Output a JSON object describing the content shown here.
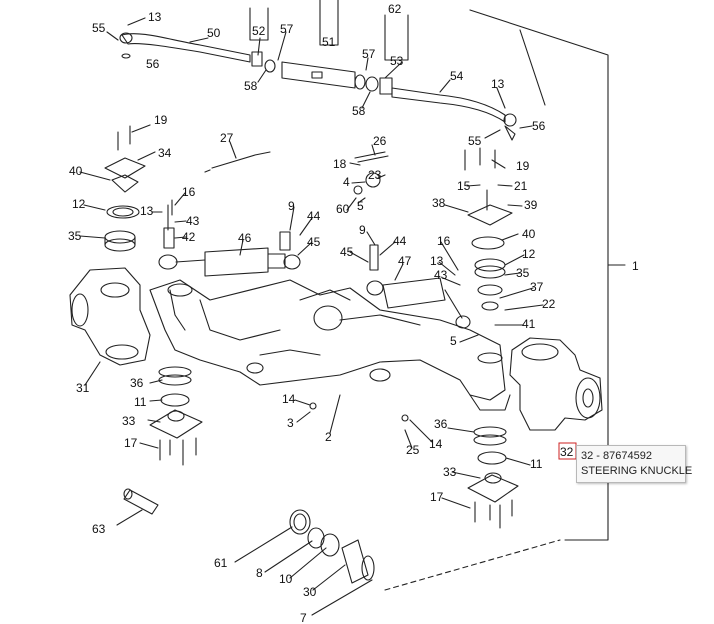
{
  "diagram": {
    "part_labels": [
      "13",
      "55",
      "50",
      "52",
      "57",
      "51",
      "62",
      "53",
      "56",
      "58",
      "57",
      "58",
      "54",
      "13",
      "55",
      "56",
      "19",
      "34",
      "27",
      "26",
      "18",
      "23",
      "4",
      "5",
      "60",
      "40",
      "12",
      "35",
      "16",
      "13",
      "43",
      "42",
      "9",
      "44",
      "45",
      "46",
      "9",
      "44",
      "45",
      "47",
      "16",
      "13",
      "43",
      "19",
      "15",
      "21",
      "38",
      "39",
      "40",
      "12",
      "35",
      "37",
      "22",
      "41",
      "5",
      "1",
      "31",
      "36",
      "11",
      "33",
      "17",
      "14",
      "3",
      "2",
      "14",
      "25",
      "36",
      "11",
      "33",
      "17",
      "63",
      "61",
      "8",
      "10",
      "30",
      "7"
    ],
    "highlight": {
      "ref": "32",
      "color": "#cc2222"
    }
  },
  "tooltip": {
    "part_line": "32 - 87674592",
    "name_line": "STEERING KNUCKLE"
  }
}
